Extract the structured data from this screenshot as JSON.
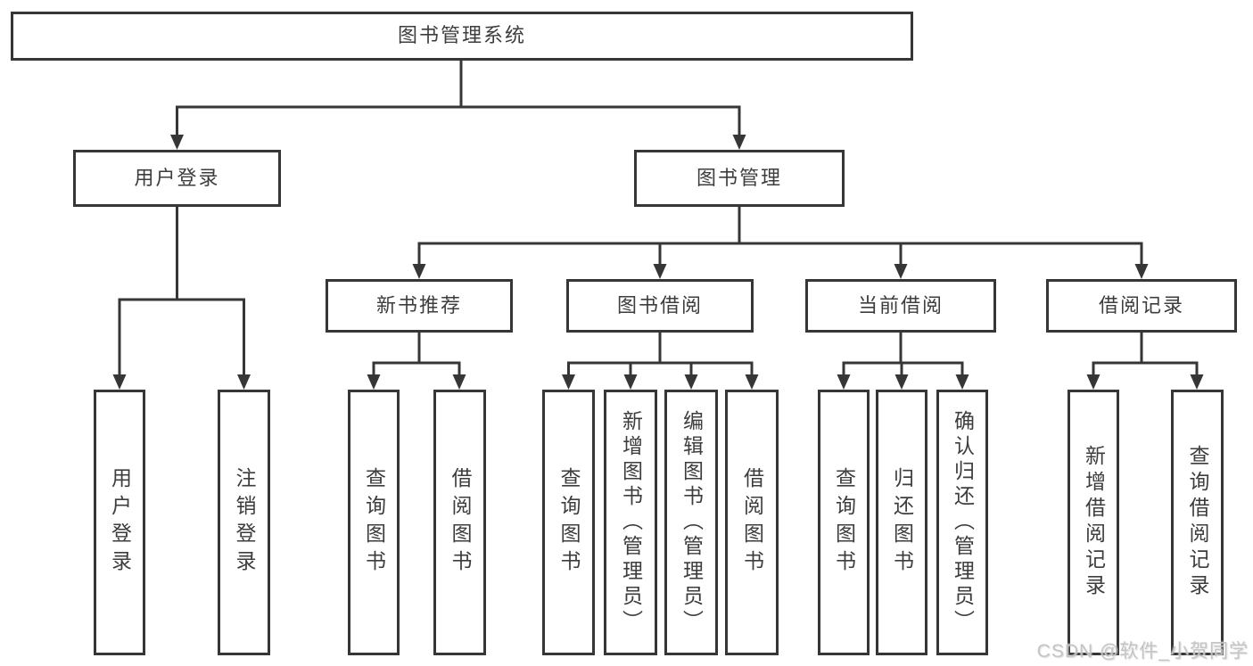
{
  "nodes": {
    "root": {
      "label": "图书管理系统"
    },
    "user_login": {
      "label": "用户登录"
    },
    "book_mgmt": {
      "label": "图书管理"
    },
    "new_book_rec": {
      "label": "新书推荐"
    },
    "book_borrow": {
      "label": "图书借阅"
    },
    "current_borrow": {
      "label": "当前借阅"
    },
    "borrow_records": {
      "label": "借阅记录"
    },
    "leaf_user_login": {
      "label": "用户登录"
    },
    "leaf_logout": {
      "label": "注销登录"
    },
    "leaf_rec_query_books": {
      "label": "查询图书"
    },
    "leaf_rec_borrow_books": {
      "label": "借阅图书"
    },
    "leaf_bb_query_books": {
      "label": "查询图书"
    },
    "leaf_bb_add_books": {
      "label": "新增图书（管理员）"
    },
    "leaf_bb_edit_books": {
      "label": "编辑图书（管理员）"
    },
    "leaf_bb_borrow_books": {
      "label": "借阅图书"
    },
    "leaf_cb_query_books": {
      "label": "查询图书"
    },
    "leaf_cb_return_books": {
      "label": "归还图书"
    },
    "leaf_cb_confirm_return": {
      "label": "确认归还（管理员）"
    },
    "leaf_br_add_record": {
      "label": "新增借阅记录"
    },
    "leaf_br_query_record": {
      "label": "查询借阅记录"
    }
  },
  "colors": {
    "line": "#363636",
    "text": "#3d3d3d",
    "background": "#ffffff",
    "watermark_text": "#c1c1c1"
  },
  "watermark": {
    "text": "CSDN @软件_小贺同学"
  }
}
